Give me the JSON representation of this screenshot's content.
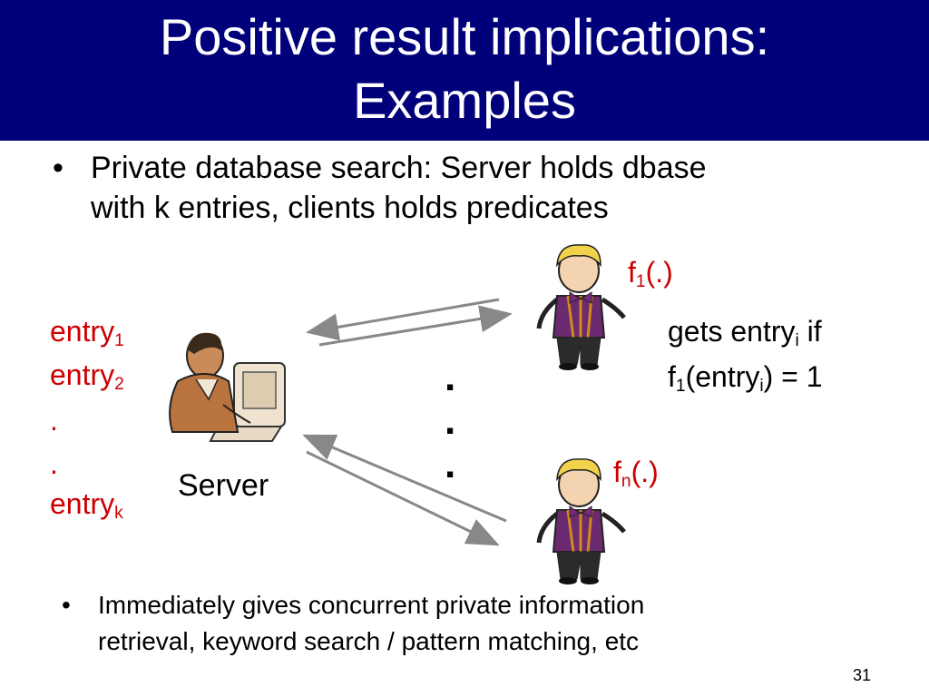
{
  "slide": {
    "title_line1": "Positive result implications:",
    "title_line2": "Examples",
    "bullet_char": "•",
    "bullet1": {
      "line1": "Private database search: Server holds dbase",
      "line2": "with k entries, clients holds predicates"
    },
    "bullet2": {
      "line1": "Immediately gives concurrent private information",
      "line2": "retrieval, keyword search / pattern matching, etc"
    },
    "page_number": "31"
  },
  "diagram": {
    "entries": {
      "e1_base": "entry",
      "e1_sub": "1",
      "e2_base": "entry",
      "e2_sub": "2",
      "dot": ".",
      "ek_base": "entry",
      "ek_sub": "k"
    },
    "server_label": "Server",
    "f1_base": "f",
    "f1_sub": "1",
    "f1_tail": "(.)",
    "fn_base": "f",
    "fn_sub": "n",
    "fn_tail": "(.)",
    "gets": {
      "l1_a": "gets entry",
      "l1_sub": "i",
      "l1_b": " if",
      "l2_a": "f",
      "l2_sub1": "1",
      "l2_b": "(entry",
      "l2_sub2": "i",
      "l2_c": ") = 1"
    },
    "vdots": ".",
    "colors": {
      "accent_red": "#cc0000",
      "title_bg": "#00007a",
      "arrow": "#888888"
    },
    "icons": [
      "server-computer-icon",
      "client-boy-icon"
    ]
  }
}
